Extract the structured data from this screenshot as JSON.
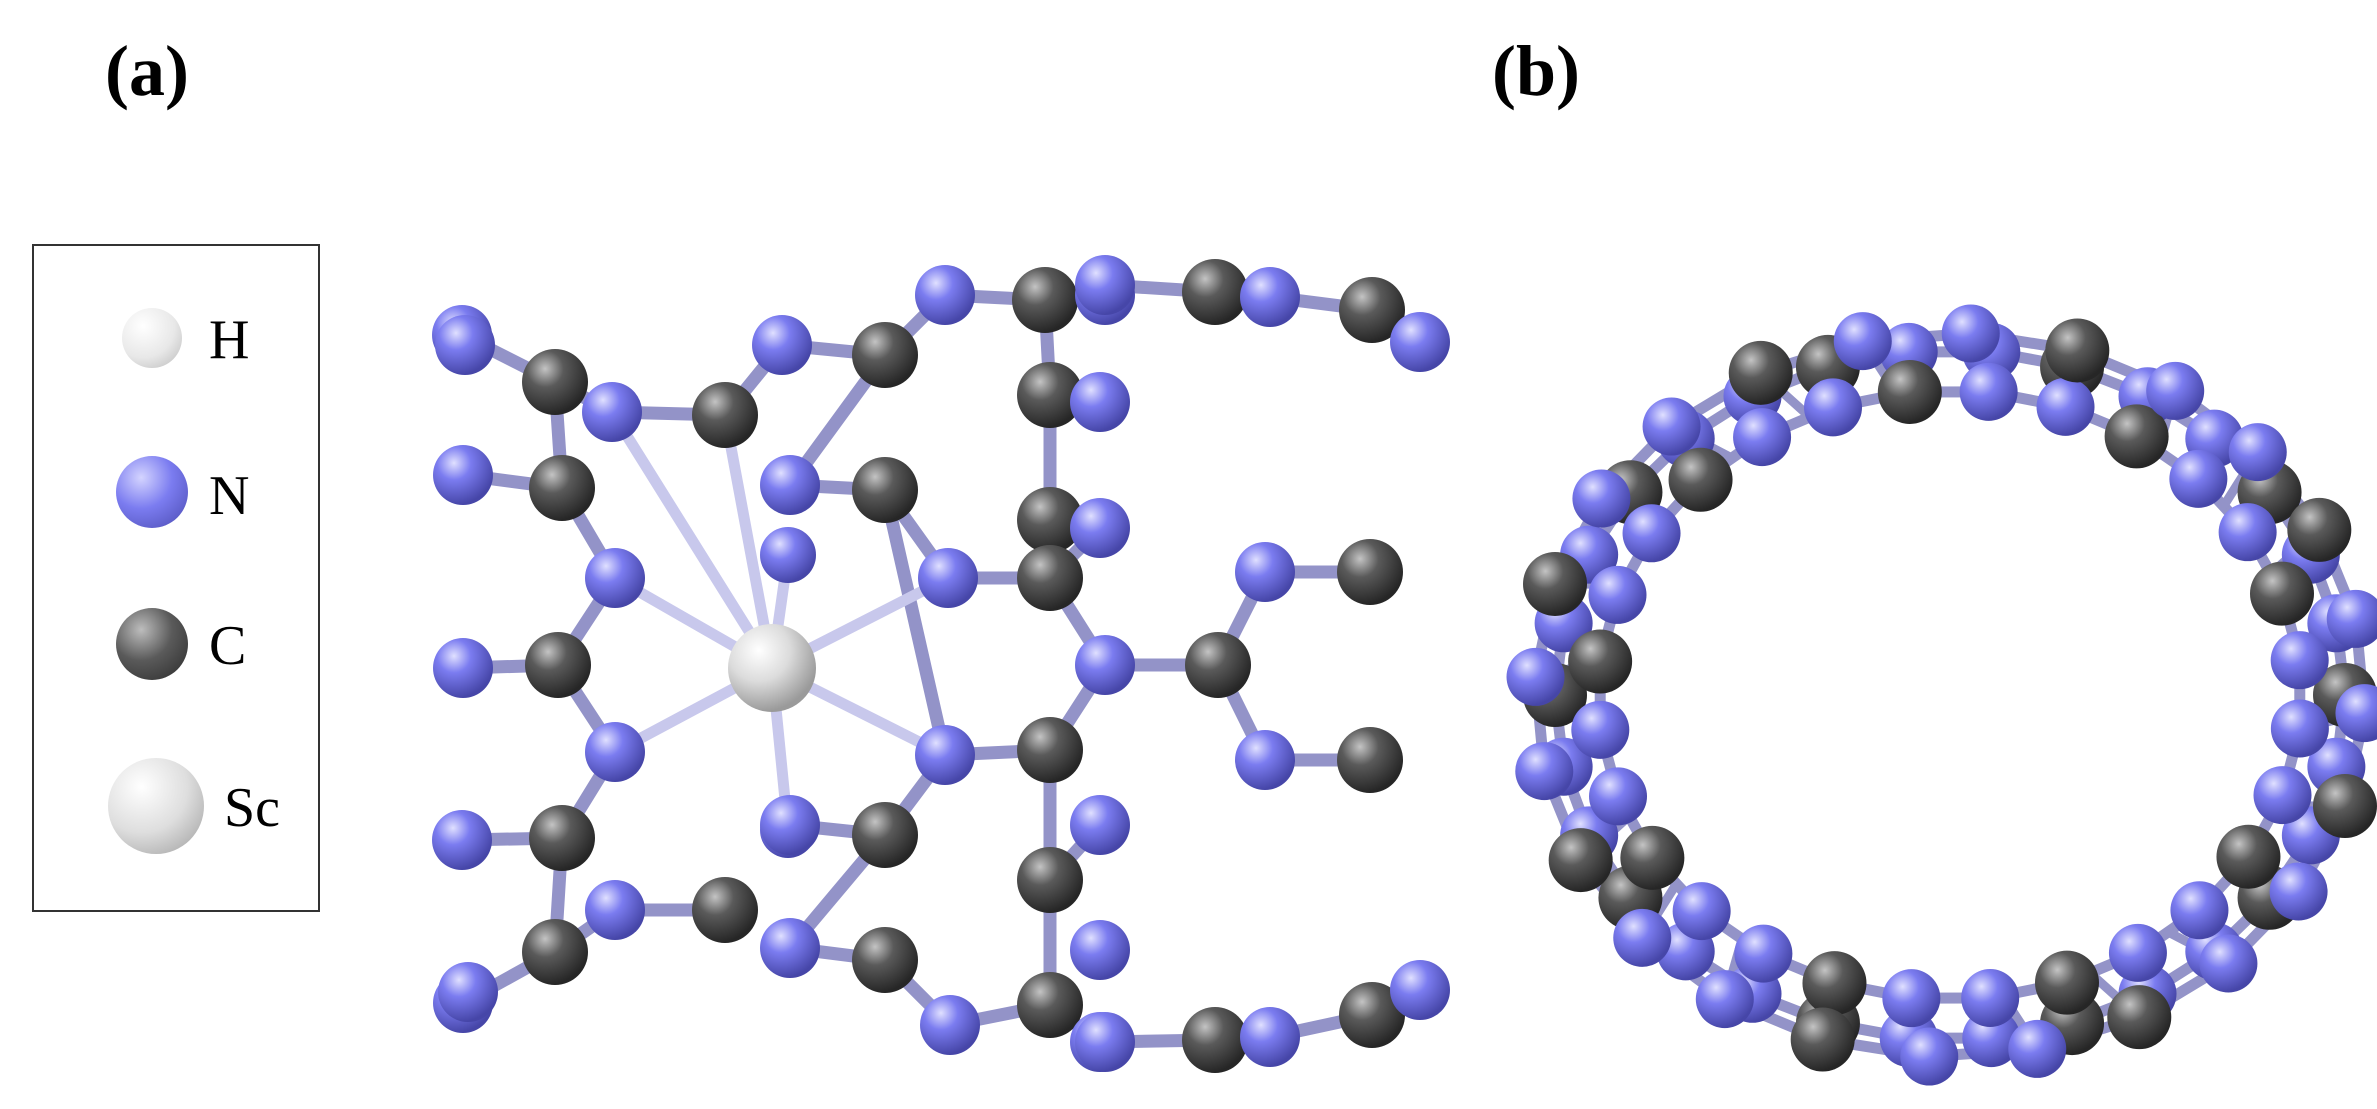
{
  "panels": {
    "a": "(a)",
    "b": "(b)"
  },
  "legend": [
    {
      "symbol": "H",
      "color": "#f4f4f4",
      "size": "small"
    },
    {
      "symbol": "N",
      "color": "#7b7cf0",
      "size": "medium"
    },
    {
      "symbol": "C",
      "color": "#555555",
      "size": "medium"
    },
    {
      "symbol": "Sc",
      "color": "#d9d9d9",
      "size": "large"
    }
  ],
  "colors": {
    "nitrogen": "#7b7cf0",
    "carbon": "#545454",
    "scandium": "#dcdcdc",
    "bond": "#9393c8"
  }
}
